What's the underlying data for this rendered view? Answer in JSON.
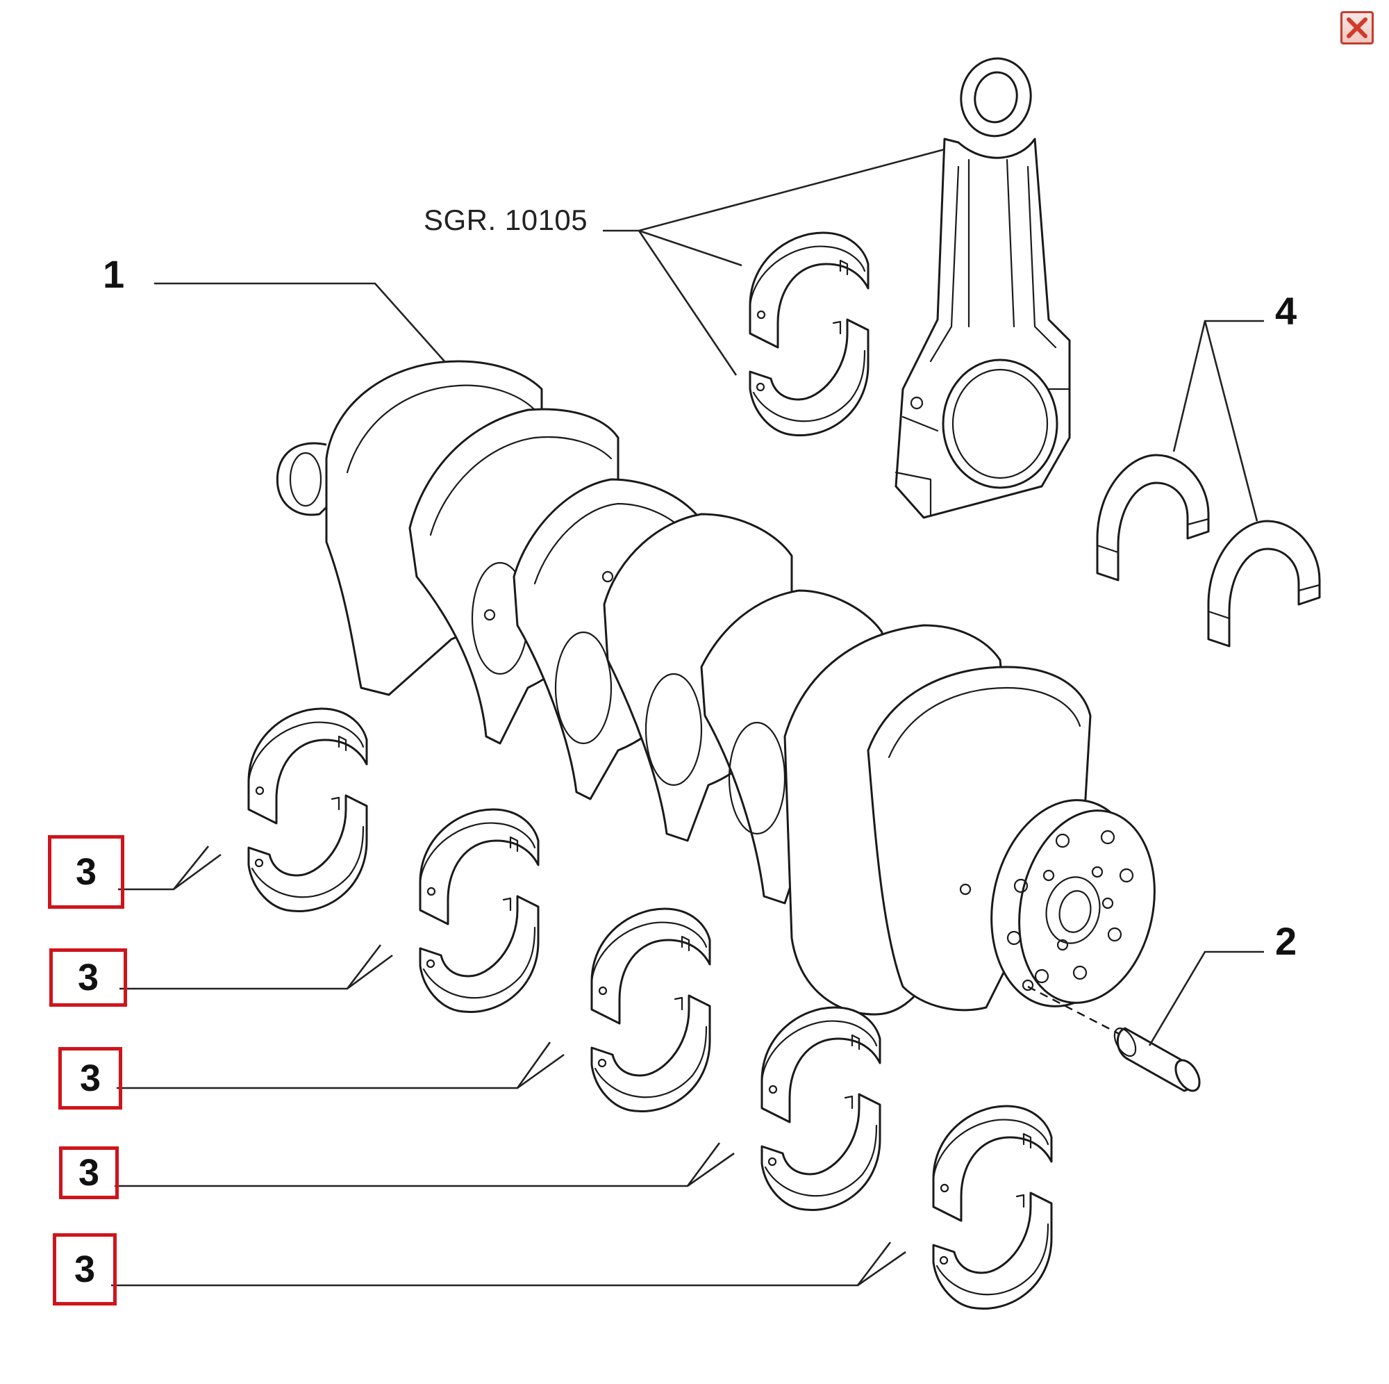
{
  "window": {
    "close_icon": "close-icon"
  },
  "labels": {
    "crankshaft": "1",
    "dowel_pin": "2",
    "main_bearing": "3",
    "thrust_washer": "4",
    "sgr_reference": "SGR. 10105"
  },
  "bearing_callouts": [
    "3",
    "3",
    "3",
    "3",
    "3"
  ],
  "colors": {
    "highlight_box": "#d0141c",
    "line_art": "#1a1a1a",
    "close_button": "#c63b2f"
  }
}
